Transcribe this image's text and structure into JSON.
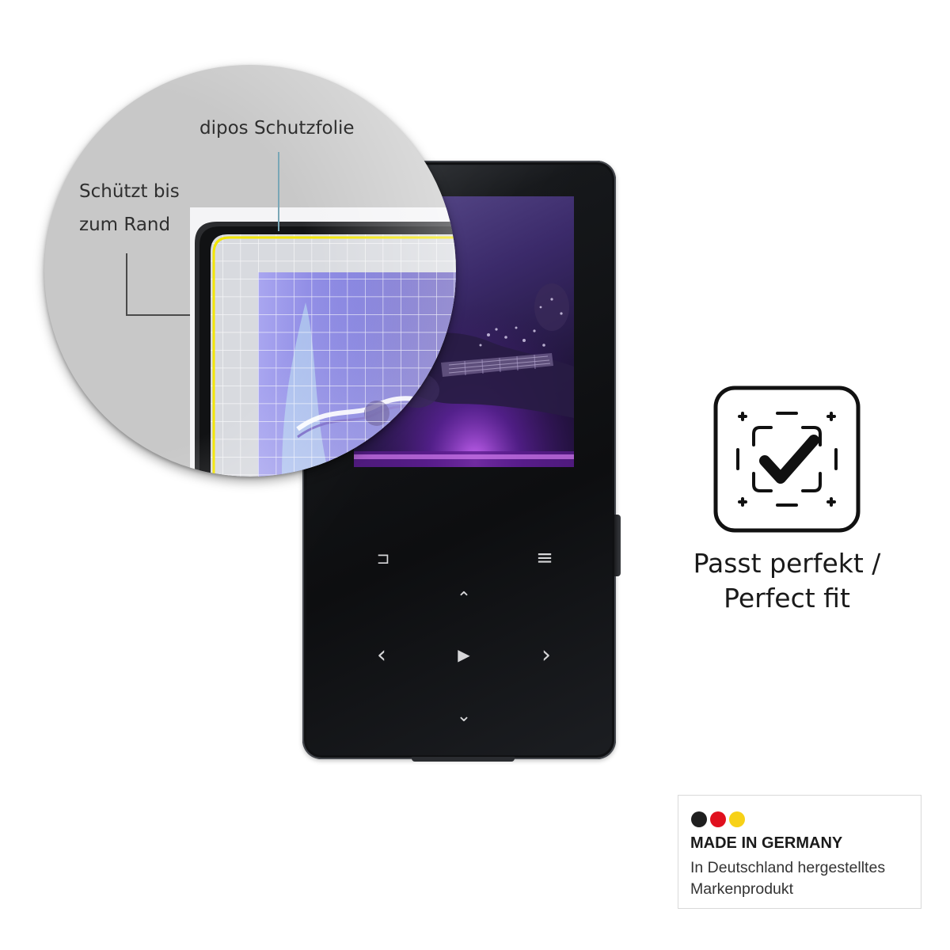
{
  "callouts": {
    "film_label": "dipos Schutzfolie",
    "edge_line1": "Schützt bis",
    "edge_line2": "zum Rand"
  },
  "fit_badge": {
    "line1": "Passt perfekt /",
    "line2": "Perfect fit"
  },
  "made_in": {
    "title": "MADE IN GERMANY",
    "line1": "In Deutschland hergestelltes",
    "line2": "Markenprodukt",
    "flag_colors": [
      "#1f1f1f",
      "#e0101e",
      "#f7d117"
    ]
  },
  "device_keys": {
    "back": "⊐",
    "menu": "≡",
    "up": "⌃",
    "left": "‹",
    "play": "▶",
    "right": "›",
    "down": "⌄"
  },
  "colors": {
    "film_edge": "#f3e600",
    "screen_accent": "#b040ff"
  }
}
